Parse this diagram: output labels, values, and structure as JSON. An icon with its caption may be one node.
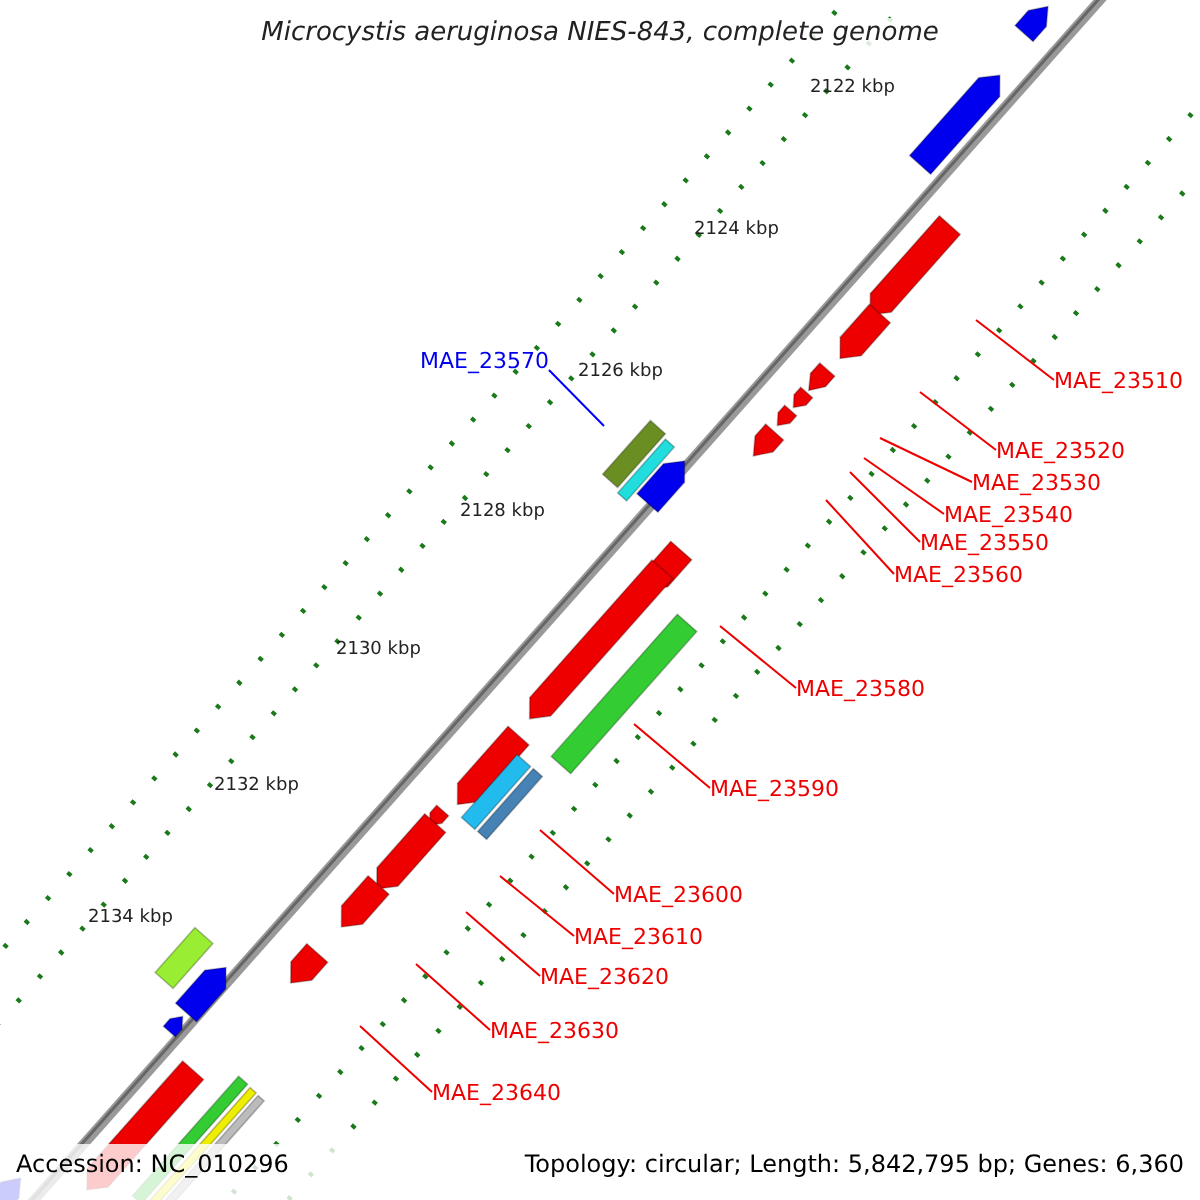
{
  "diagram": {
    "title": "Microcystis aeruginosa NIES-843, complete genome",
    "nodes": [
      {
        "text": [
          "MAE_23570"
        ]
      },
      {
        "text": [
          "MAE_23510"
        ]
      },
      {
        "text": [
          "MAE_23520"
        ]
      },
      {
        "text": [
          "MAE_23530"
        ]
      },
      {
        "text": [
          "MAE_23540"
        ]
      },
      {
        "text": [
          "MAE_23550"
        ]
      },
      {
        "text": [
          "MAE_23560"
        ]
      },
      {
        "text": [
          "MAE_23580"
        ]
      },
      {
        "text": [
          "MAE_23590"
        ]
      },
      {
        "text": [
          "MAE_23600"
        ]
      },
      {
        "text": [
          "MAE_23610"
        ]
      },
      {
        "text": [
          "MAE_23620"
        ]
      },
      {
        "text": [
          "MAE_23630"
        ]
      },
      {
        "text": [
          "MAE_23640"
        ]
      }
    ],
    "edges": [
      {
        "from": 0,
        "to": null,
        "arrow": "none",
        "color": "#0000ff"
      },
      {
        "from": 1,
        "to": null,
        "arrow": "none"
      },
      {
        "from": 2,
        "to": null,
        "arrow": "none"
      },
      {
        "from": 3,
        "to": null,
        "arrow": "none"
      },
      {
        "from": 4,
        "to": null,
        "arrow": "none"
      },
      {
        "from": 5,
        "to": null,
        "arrow": "none"
      },
      {
        "from": 6,
        "to": null,
        "arrow": "none"
      },
      {
        "from": 7,
        "to": null,
        "arrow": "none"
      },
      {
        "from": 8,
        "to": null,
        "arrow": "none"
      },
      {
        "from": 9,
        "to": null,
        "arrow": "none"
      },
      {
        "from": 10,
        "to": null,
        "arrow": "none"
      },
      {
        "from": 11,
        "to": null,
        "arrow": "none"
      },
      {
        "from": 12,
        "to": null,
        "arrow": "none"
      },
      {
        "from": 13,
        "to": null,
        "arrow": "none"
      }
    ],
    "labels": [
      "2122 kbp",
      "2124 kbp",
      "2126 kbp",
      "2128 kbp",
      "2130 kbp",
      "2132 kbp",
      "2134 kbp",
      "Accession: NC_010296",
      "Topology: circular; Length: 5,842,795 bp; Genes: 6,360"
    ]
  }
}
